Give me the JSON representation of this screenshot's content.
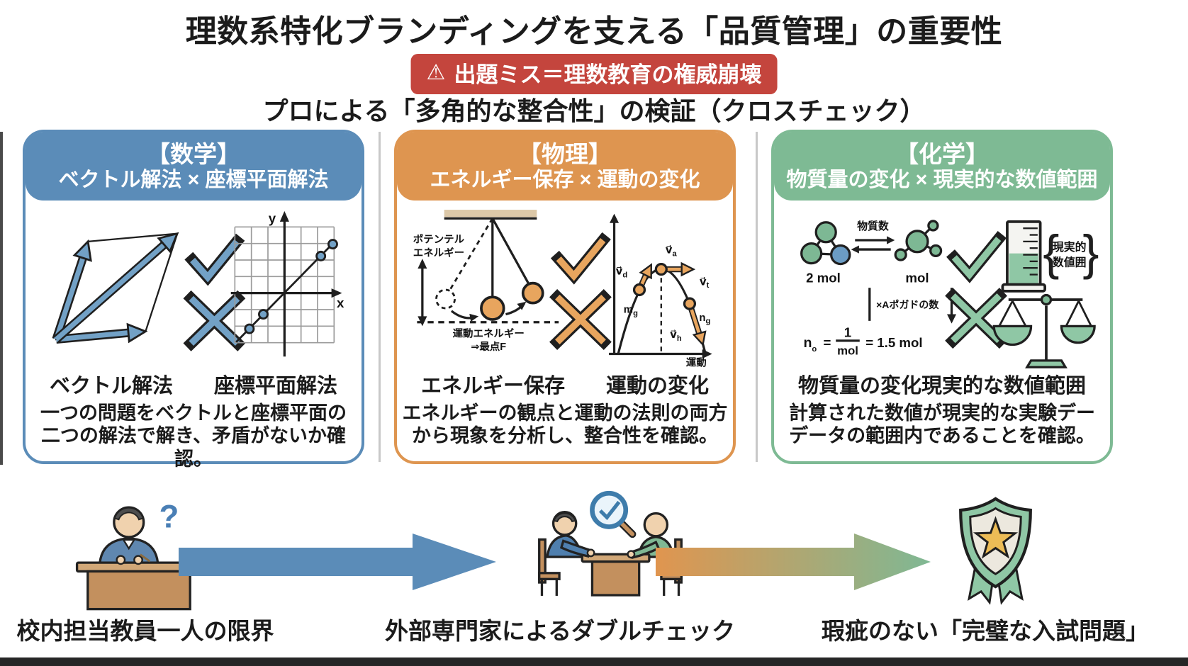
{
  "page": {
    "title": "理数系特化ブランディングを支える「品質管理」の重要性",
    "warning_icon": "⚠",
    "alert_badge": "出題ミス＝理数教育の権威崩壊",
    "subtitle": "プロによる「多角的な整合性」の検証（クロスチェック）"
  },
  "cards": {
    "math": {
      "subject": "【数学】",
      "methods": "ベクトル解法 × 座標平面解法",
      "axis_y": "y",
      "axis_x": "x",
      "label_left": "ベクトル解法",
      "label_right": "座標平面解法",
      "description": "一つの問題をベクトルと座標平面の\n二つの解法で解き、矛盾がないか確認。"
    },
    "physics": {
      "subject": "【物理】",
      "methods": "エネルギー保存 × 運動の変化",
      "potential_line1": "ポテンテル",
      "potential_line2": "エネルギー",
      "kinetic_label": "運動エネルギー",
      "kinetic_note": "⇒最点F",
      "vec_d": "v⃗",
      "vec_d_sub": "d",
      "vec_a": "v⃗",
      "vec_a_sub": "a",
      "vec_t": "v⃗",
      "vec_t_sub": "t",
      "vec_h": "v⃗",
      "vec_h_sub": "h",
      "mass_left": "m",
      "mass_left_sub": "g",
      "mass_right": "n",
      "mass_right_sub": "g",
      "axis_label": "運動",
      "label_left": "エネルギー保存",
      "label_right": "運動の変化",
      "description": "エネルギーの観点と運動の法則の両方\nから現象を分析し、整合性を確認。"
    },
    "chemistry": {
      "subject": "【化学】",
      "methods": "物質量の変化 × 現実的な数値範囲",
      "reaction_label": "物質数",
      "mol_left": "2 mol",
      "mol_right": "mol",
      "avogadro_label": "×Aポガドの数",
      "formula_n": "n",
      "formula_n_sub": "o",
      "formula_eq": "=",
      "formula_num": "1",
      "formula_den": "mol",
      "formula_result": "= 1.5 mol",
      "brace_open": "{",
      "brace_close": "}",
      "beaker_note_line1": "現実的",
      "beaker_note_line2": "数値囲",
      "label_left": "物質量の変化",
      "label_right": "現実的な数値範囲",
      "description": "計算された数値が現実的な実験デー\nデータの範囲内であることを確認。"
    }
  },
  "bottom": {
    "step1_caption": "校内担当教員一人の限界",
    "step1_question": "?",
    "step2_caption": "外部専門家によるダブルチェック",
    "step3_caption": "瑕疵のない「完璧な入試問題」"
  },
  "colors": {
    "math_blue": "#5b8cb8",
    "physics_orange": "#de9550",
    "chemistry_green": "#7eba94",
    "alert_red": "#c4453d"
  }
}
